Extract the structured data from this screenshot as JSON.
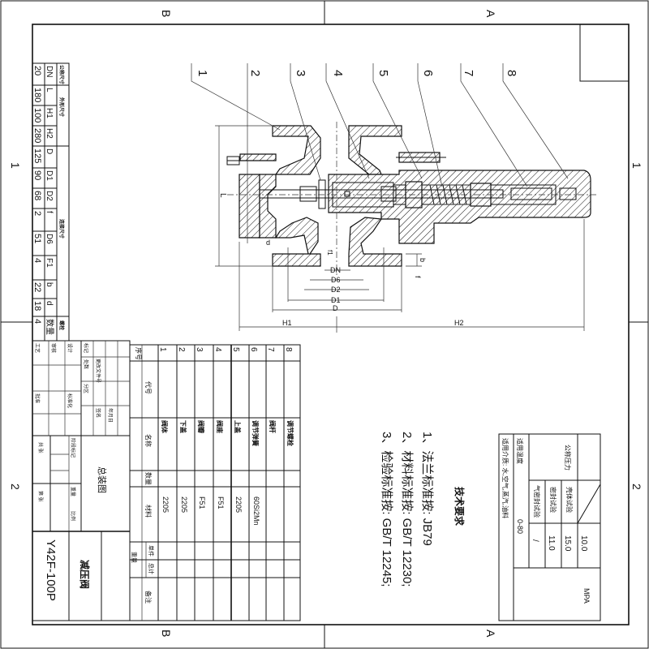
{
  "border": {
    "zone_top_left": "B",
    "zone_top_right": "A",
    "zone_bottom_left": "B",
    "zone_bottom_right": "A",
    "zone_left_top": "1",
    "zone_left_bottom": "2",
    "zone_right_top": "1",
    "zone_right_bottom": "2"
  },
  "balloons": [
    "1",
    "2",
    "3",
    "4",
    "5",
    "6",
    "7",
    "8"
  ],
  "dimensions": {
    "L": "L",
    "H1": "H1",
    "H2": "H2",
    "DN": "DN",
    "D6": "D6",
    "D2": "D2",
    "D1": "D1",
    "D": "D",
    "d": "d",
    "f1": "f1",
    "b": "b",
    "f": "f"
  },
  "dimension_table": {
    "groups": [
      "公称尺寸",
      "外形尺寸",
      "连接尺寸",
      "螺栓"
    ],
    "columns": [
      "DN",
      "L",
      "H1",
      "H2",
      "D",
      "D1",
      "D2",
      "f",
      "D6",
      "F1",
      "b",
      "d",
      "数量"
    ],
    "values": [
      "20",
      "180",
      "100",
      "280",
      "125",
      "90",
      "68",
      "2",
      "51",
      "4",
      "22",
      "18",
      "4"
    ]
  },
  "tech_requirements": {
    "title": "技术要求",
    "items": [
      "1、法兰标准按: JB79",
      "2、材料标准按: GB/T 12230;",
      "3、检验标准按: GB/T 12245;"
    ]
  },
  "spec_table": {
    "nominal_pressure_label": "公称压力",
    "nominal_pressure": "10.0",
    "shell_test_label": "壳体试验",
    "shell_test": "15.0",
    "seal_test_label": "密封试验",
    "seal_test": "11.0",
    "air_seal_test_label": "气密封试验",
    "air_seal_test": "/",
    "temp_label": "适用温度",
    "temp": "0-80",
    "medium_label": "适用介质: 水,空气,蒸汽,油料",
    "unit": "MPA"
  },
  "parts_table": {
    "headers": {
      "no": "序号",
      "code": "代号",
      "name": "名称",
      "qty": "数量",
      "material": "材料",
      "weight": "重量",
      "single": "单件",
      "total": "总计",
      "note": "备注"
    },
    "rows": [
      {
        "no": "1",
        "name": "阀体",
        "material": "2205"
      },
      {
        "no": "2",
        "name": "下盖",
        "material": "2205"
      },
      {
        "no": "3",
        "name": "阀瓣",
        "material": "F51"
      },
      {
        "no": "4",
        "name": "阀座",
        "material": "F51"
      },
      {
        "no": "5",
        "name": "上盖",
        "material": "2205"
      },
      {
        "no": "6",
        "name": "调节弹簧",
        "material": "60Si2Mn"
      },
      {
        "no": "7",
        "name": "阀杆",
        "material": ""
      },
      {
        "no": "8",
        "name": "调节螺栓",
        "material": ""
      }
    ]
  },
  "title_block": {
    "model": "Y42F-100P",
    "product_name": "减压阀",
    "drawing_name": "总装图",
    "labels": [
      "标记",
      "处数",
      "分区",
      "更改文件号",
      "签名",
      "年月日",
      "设计",
      "标准化",
      "审核",
      "工艺",
      "批准",
      "阶段标记",
      "重量",
      "比例",
      "共 张",
      "第 张"
    ]
  }
}
